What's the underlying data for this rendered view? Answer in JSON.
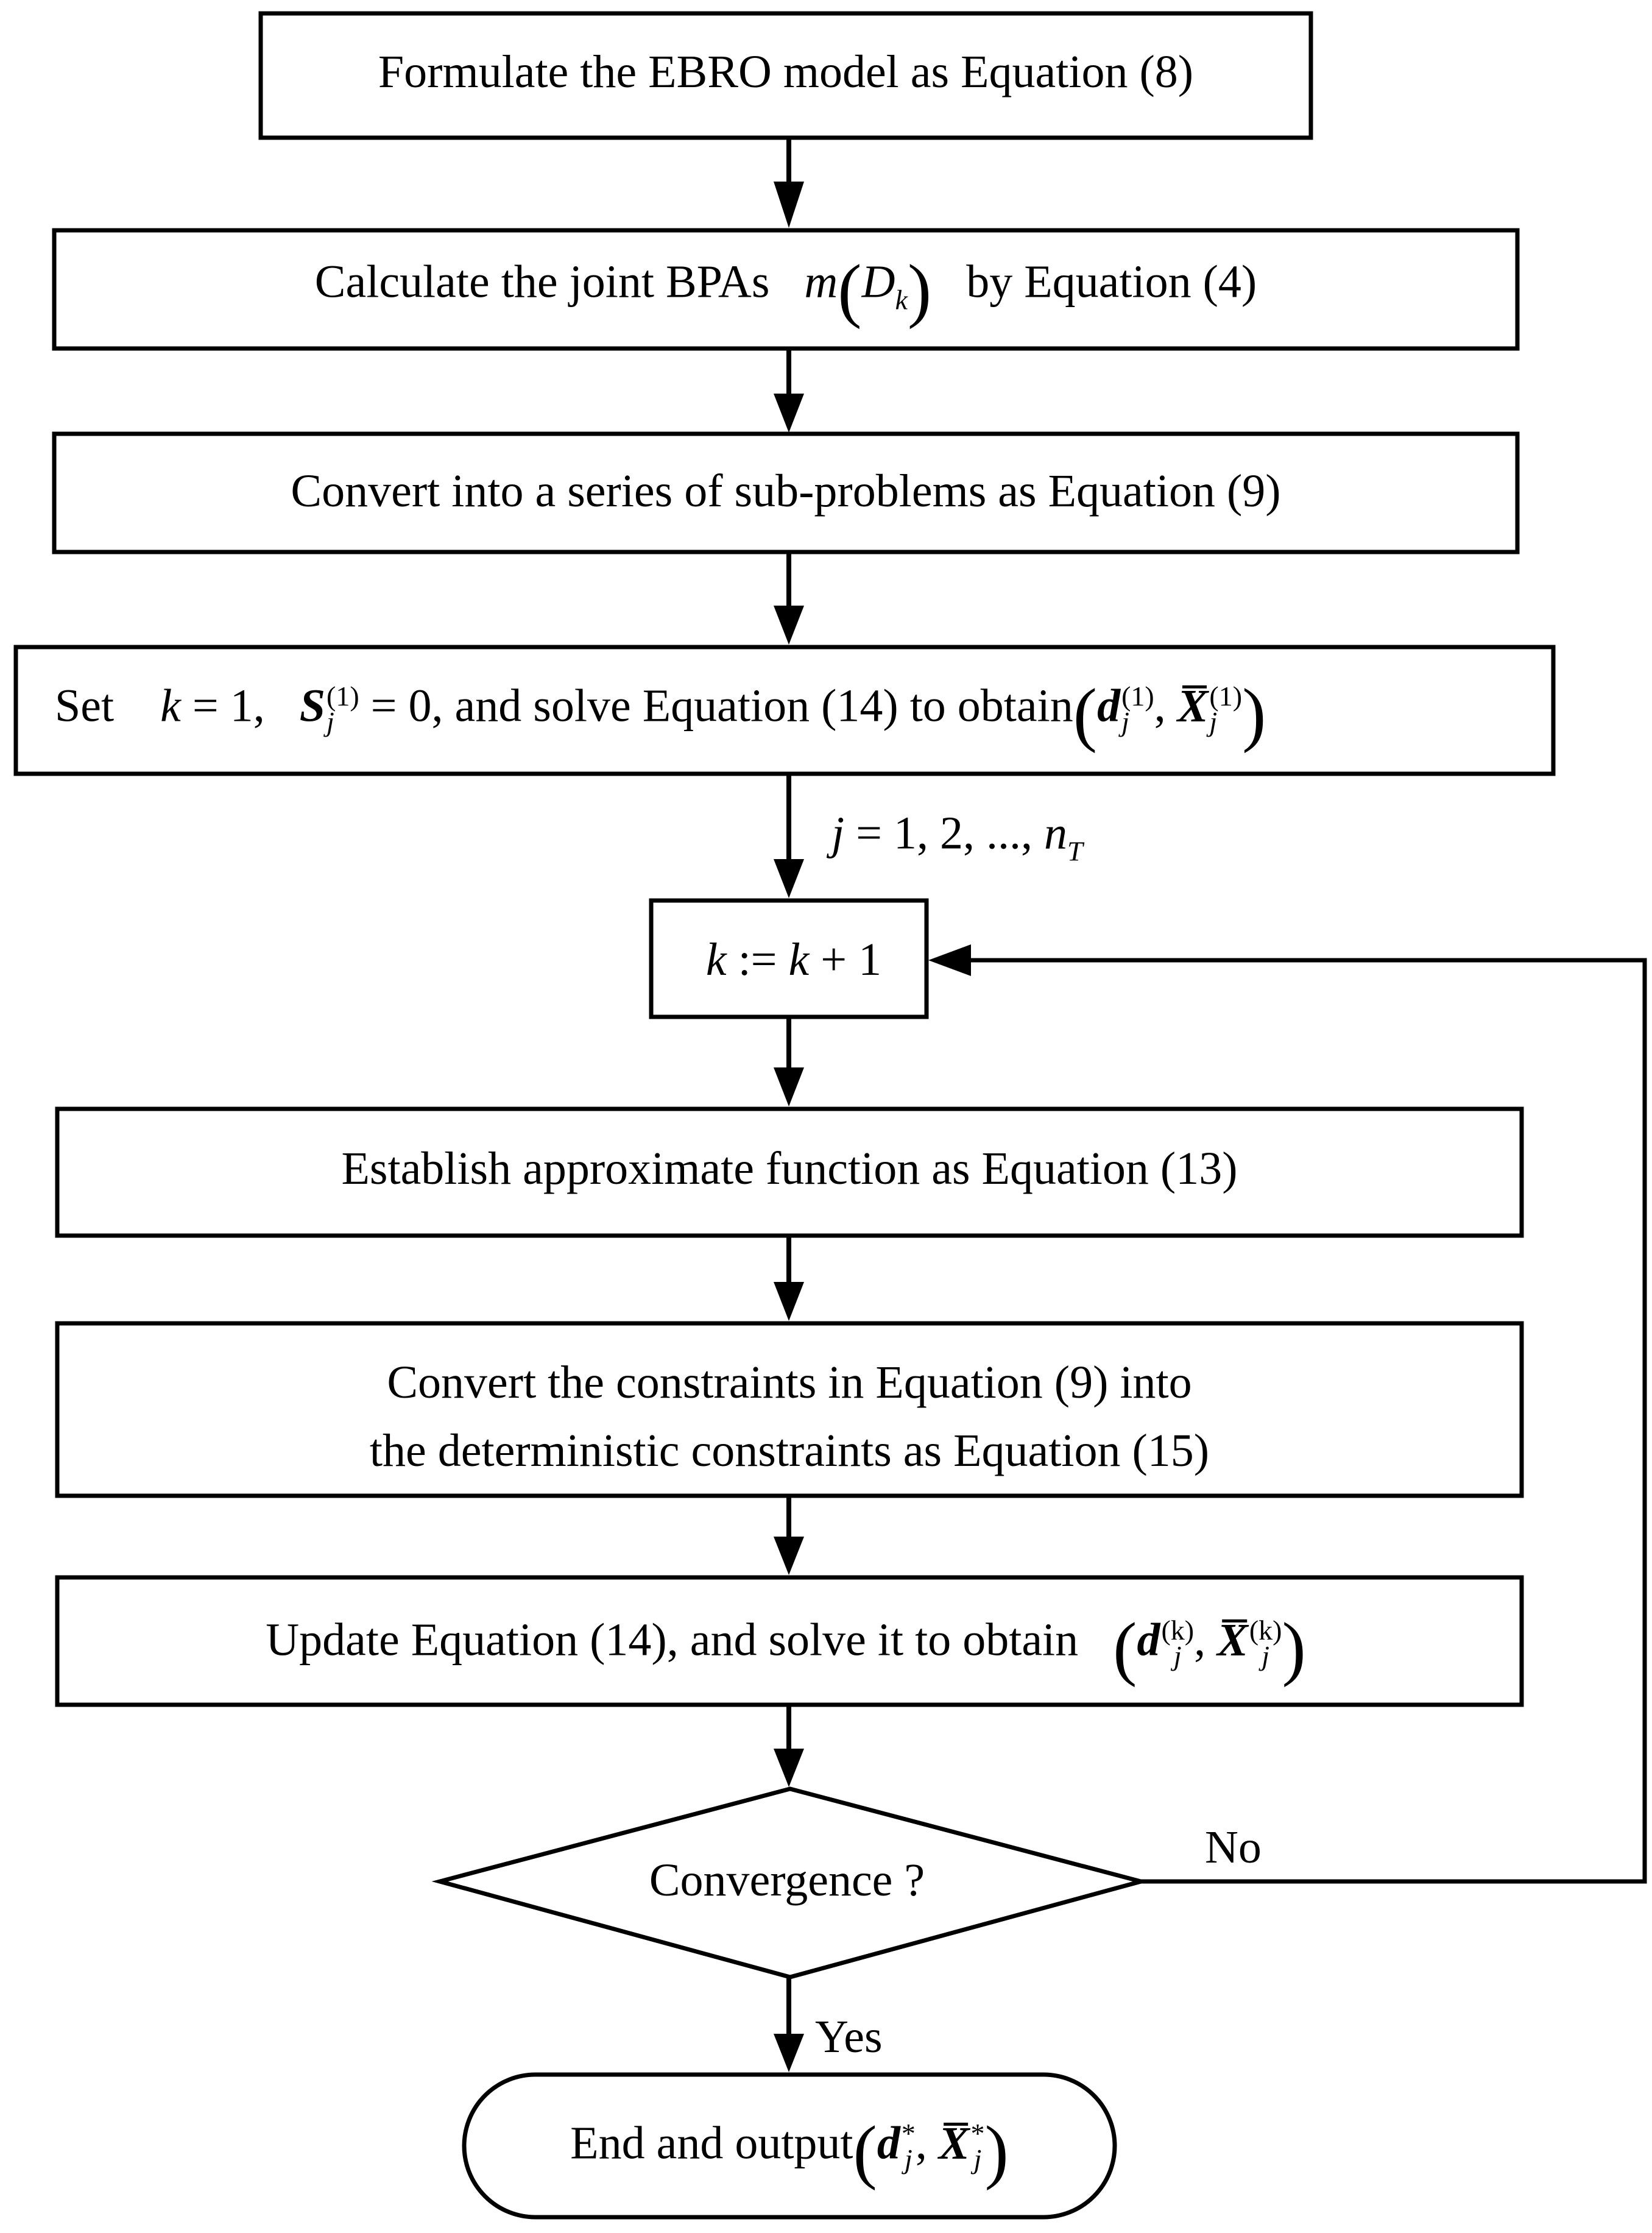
{
  "diagram": {
    "stroke_color": "#000000",
    "background": "#ffffff",
    "nodes": {
      "formulate": {
        "text": "Formulate the EBRO model as Equation (8)"
      },
      "calculate": {
        "text_before": "Calculate the joint BPAs",
        "math_func": "m",
        "math_var": "D",
        "math_sub": "k",
        "text_after": "by Equation (4)"
      },
      "convert_sub": {
        "text": "Convert into a series of sub-problems as Equation (9)"
      },
      "set_init": {
        "text_set": "Set",
        "math_k": "k",
        "eq_one": "= 1,",
        "math_S": "S",
        "S_sup": "(1)",
        "S_sub": "j",
        "eq_zero": "= 0",
        "text_middle": ", and solve Equation (14) to obtain",
        "math_d": "d",
        "d_sup": "(1)",
        "d_sub": "j",
        "comma": ",",
        "math_X": "X",
        "X_sup": "(1)",
        "X_sub": "j"
      },
      "increment": {
        "math_k1": "k",
        "assign": ":=",
        "math_k2": "k",
        "plus_one": "+ 1"
      },
      "establish": {
        "text": "Establish approximate function as Equation (13)"
      },
      "convert_constraints": {
        "line1": "Convert the constraints in Equation (9) into",
        "line2": "the deterministic constraints as Equation (15)"
      },
      "update": {
        "text": "Update Equation (14), and solve it to obtain",
        "math_d": "d",
        "d_sup": "(k)",
        "d_sub": "j",
        "comma": ",",
        "math_X": "X",
        "X_sup": "(k)",
        "X_sub": "j"
      },
      "convergence": {
        "text": "Convergence ?"
      },
      "end": {
        "text": "End and output",
        "math_d": "d",
        "d_sup": "*",
        "d_sub": "j",
        "comma": ",",
        "math_X": "X",
        "X_sup": "*",
        "X_sub": "j"
      }
    },
    "edge_labels": {
      "j_range": {
        "math_j": "j",
        "values": "= 1, 2, ..., ",
        "math_n": "n",
        "n_sub": "T"
      },
      "no": "No",
      "yes": "Yes"
    }
  }
}
